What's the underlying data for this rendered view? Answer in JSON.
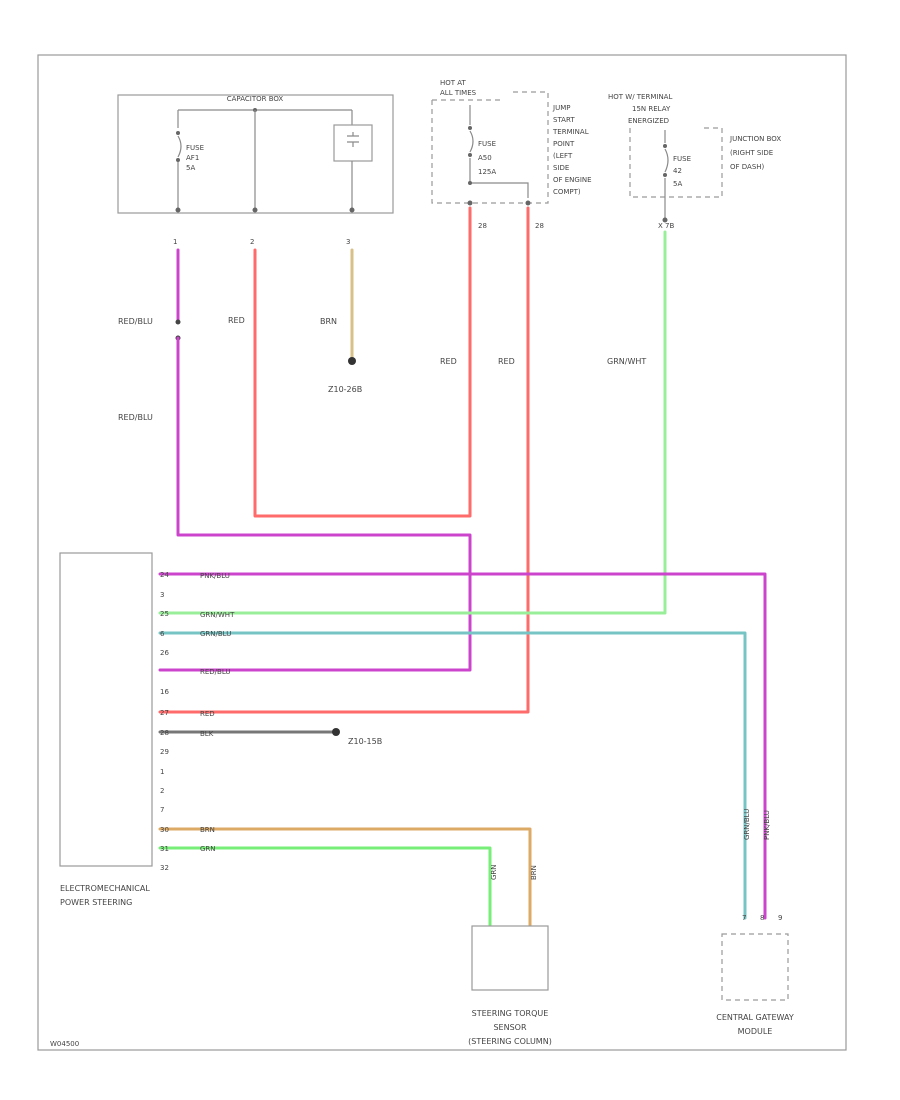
{
  "colors": {
    "red": "#ff6a6a",
    "pink_blue": "#cc44cc",
    "green": "#77ee77",
    "green_white": "#99ee99",
    "green_blue": "#77c4c4",
    "brown": "#ddaa66",
    "tan": "#d9c088",
    "black": "#777777"
  },
  "capacitor_box": {
    "title": "CAPACITOR BOX",
    "fuse_label": "FUSE",
    "fuse_number": "AF1",
    "fuse_rating": "5A",
    "pins": [
      "1",
      "2",
      "3"
    ]
  },
  "alternator_block": {
    "hot_label_1": "HOT AT",
    "hot_label_2": "ALL TIMES",
    "fuse_label": "FUSE",
    "fuse_number": "A50",
    "fuse_rating": "125A",
    "pin": "28",
    "note": [
      "JUMP",
      "START",
      "TERMINAL",
      "POINT",
      "(LEFT",
      "SIDE",
      "OF ENGINE",
      "COMPT)"
    ]
  },
  "junction_block": {
    "hot_label_1": "HOT W/ TERMINAL",
    "hot_label_2": "15N RELAY",
    "hot_label_3": "ENERGIZED",
    "fuse_label": "FUSE",
    "fuse_number": "42",
    "fuse_rating": "5A",
    "pin": "X 7B",
    "note": [
      "JUNCTION BOX",
      "(RIGHT SIDE",
      "OF DASH)"
    ]
  },
  "wire_labels": {
    "red_blu_upper": "RED/BLU",
    "red_blu_lower": "RED/BLU",
    "red_1": "RED",
    "brn_upper": "BRN",
    "red_2": "RED",
    "red_3": "RED",
    "grn_wht_upper": "GRN/WHT",
    "ground_1": "Z10-26B",
    "ground_2": "Z10-15B"
  },
  "eps_module": {
    "name_line1": "ELECTROMECHANICAL",
    "name_line2": "POWER STEERING",
    "pins": [
      "24",
      "3",
      "25",
      "6",
      "26",
      "16",
      "27",
      "28",
      "29",
      "1",
      "2",
      "7",
      "30",
      "31",
      "32"
    ],
    "wires": [
      {
        "label": "PNK/BLU"
      },
      {
        "label": "GRN/WHT"
      },
      {
        "label": "GRN/BLU"
      },
      {
        "label": "RED/BLU"
      },
      {
        "label": "RED"
      },
      {
        "label": "BLK"
      },
      {
        "label": "BRN"
      },
      {
        "label": "GRN"
      }
    ]
  },
  "torque_sensor": {
    "name_line1": "STEERING TORQUE",
    "name_line2": "SENSOR",
    "name_line3": "(STEERING COLUMN)",
    "wire_1": "GRN",
    "wire_2": "BRN"
  },
  "gateway": {
    "name_line1": "CENTRAL GATEWAY",
    "name_line2": "MODULE",
    "pins": [
      "7",
      "8",
      "9"
    ],
    "wire_1": "GRN/BLU",
    "wire_2": "PNK/BLU"
  },
  "footer_code": "W04500"
}
